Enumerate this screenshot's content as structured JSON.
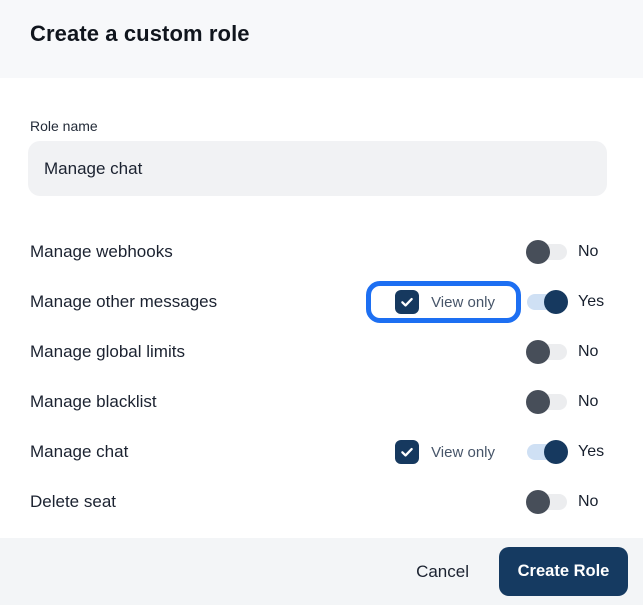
{
  "title": "Create a custom role",
  "role_name": {
    "label": "Role name",
    "value": "Manage chat"
  },
  "permissions": [
    {
      "label": "Manage webhooks",
      "toggle_label": "No",
      "enabled": false,
      "view_only": false,
      "highlighted": false
    },
    {
      "label": "Manage other messages",
      "toggle_label": "Yes",
      "enabled": true,
      "view_only": true,
      "view_only_label": "View only",
      "view_only_checked": true,
      "highlighted": true
    },
    {
      "label": "Manage global limits",
      "toggle_label": "No",
      "enabled": false,
      "view_only": false,
      "highlighted": false
    },
    {
      "label": "Manage blacklist",
      "toggle_label": "No",
      "enabled": false,
      "view_only": false,
      "highlighted": false
    },
    {
      "label": "Manage chat",
      "toggle_label": "Yes",
      "enabled": true,
      "view_only": true,
      "view_only_label": "View only",
      "view_only_checked": true,
      "highlighted": false
    },
    {
      "label": "Delete seat",
      "toggle_label": "No",
      "enabled": false,
      "view_only": false,
      "highlighted": false
    }
  ],
  "footer": {
    "cancel_label": "Cancel",
    "create_label": "Create Role"
  },
  "colors": {
    "accent_navy": "#16395f",
    "highlight_blue": "#1d6ff2",
    "toggle_on_track": "#cfe0f4",
    "toggle_off_track": "#ecedef",
    "toggle_off_knob": "#474e59",
    "header_bg": "#f7f8fa",
    "footer_bg": "#f3f5f7",
    "input_bg": "#f1f2f4",
    "button_bg": "#153a61"
  }
}
